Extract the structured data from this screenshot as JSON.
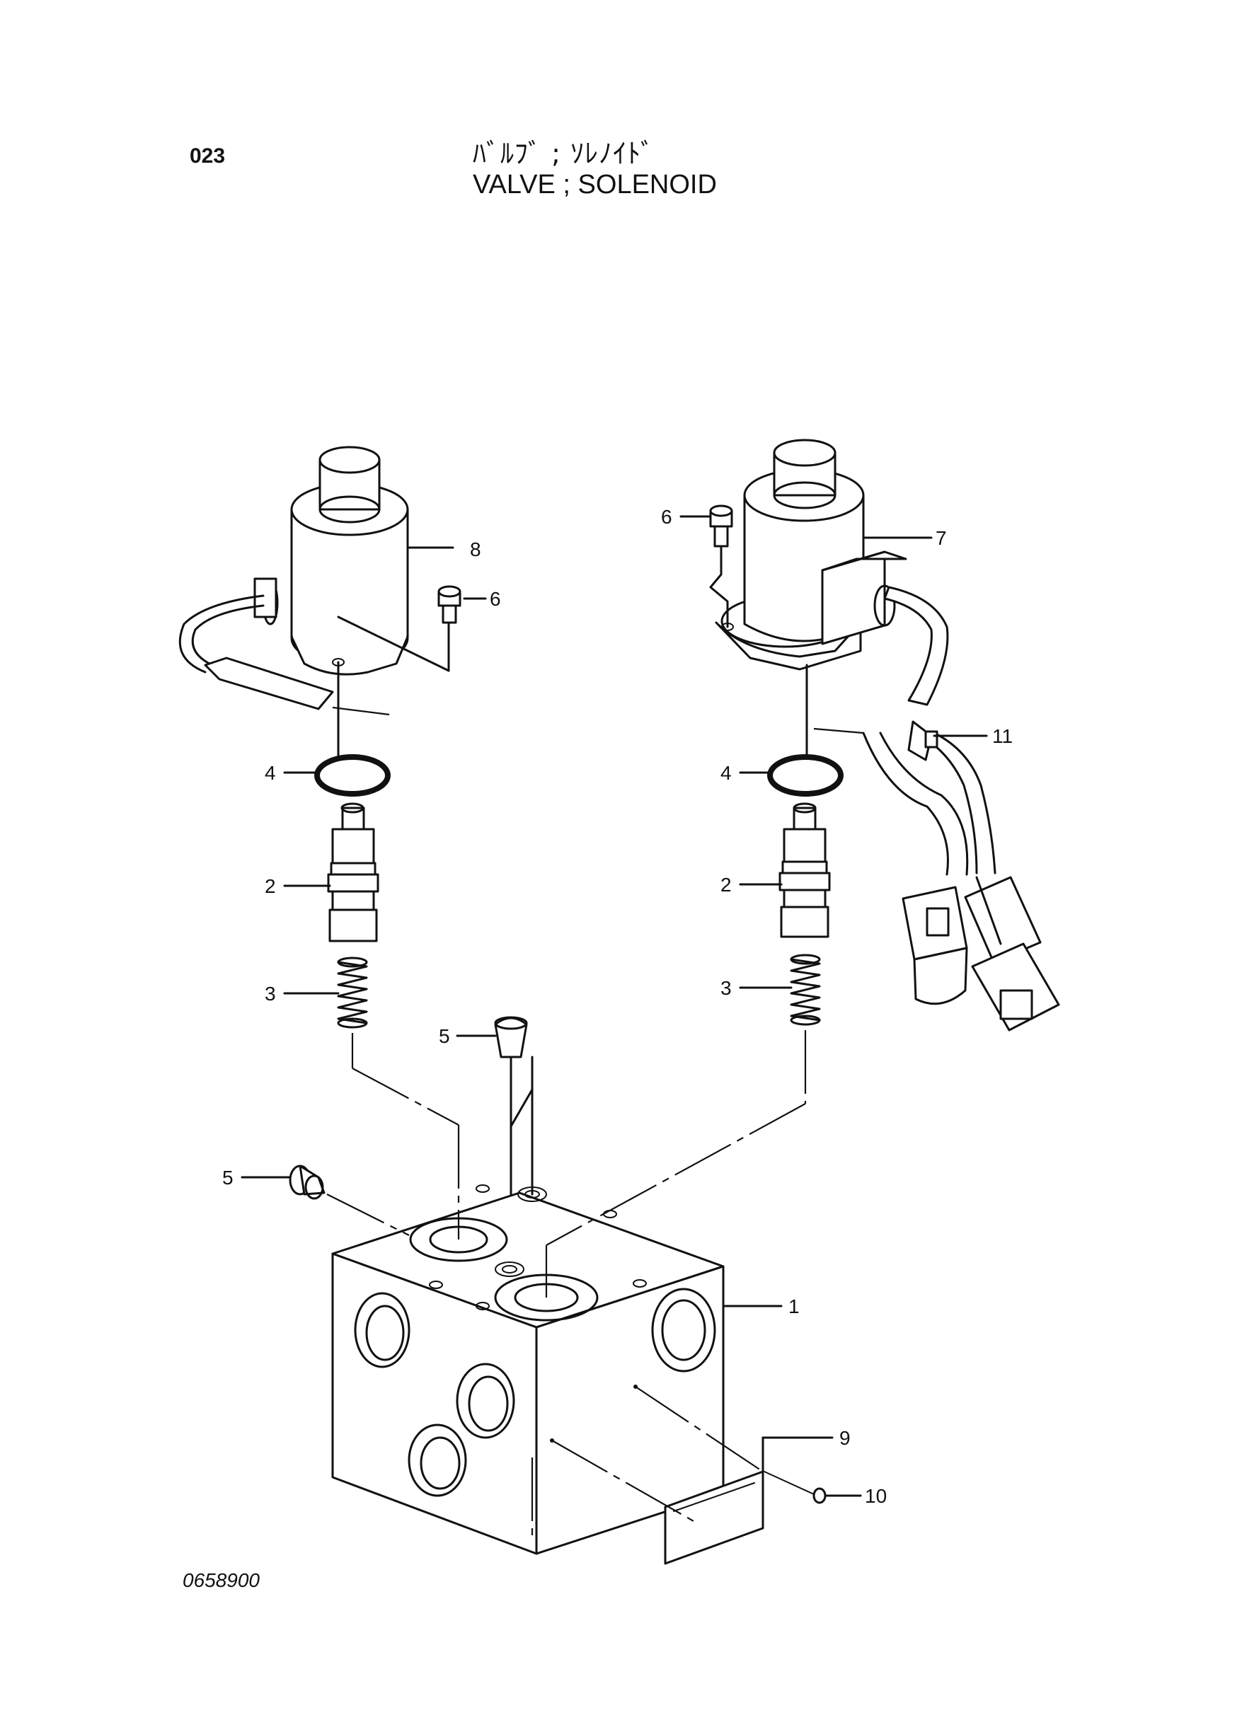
{
  "page_number": "023",
  "title_jp": "ﾊﾞﾙﾌﾞ ; ｿﾚﾉｲﾄﾞ",
  "title_en": "VALVE ; SOLENOID",
  "drawing_number": "0658900",
  "callouts": {
    "body": "1",
    "spool_left": "2",
    "spool_right": "2",
    "spring_left": "3",
    "spring_right": "3",
    "oring_left": "4",
    "oring_right": "4",
    "plug_top": "5",
    "plug_side": "5",
    "screw_left": "6",
    "screw_right": "6",
    "solenoid_right": "7",
    "solenoid_left": "8",
    "nameplate": "9",
    "rivet": "10",
    "clamp": "11"
  }
}
